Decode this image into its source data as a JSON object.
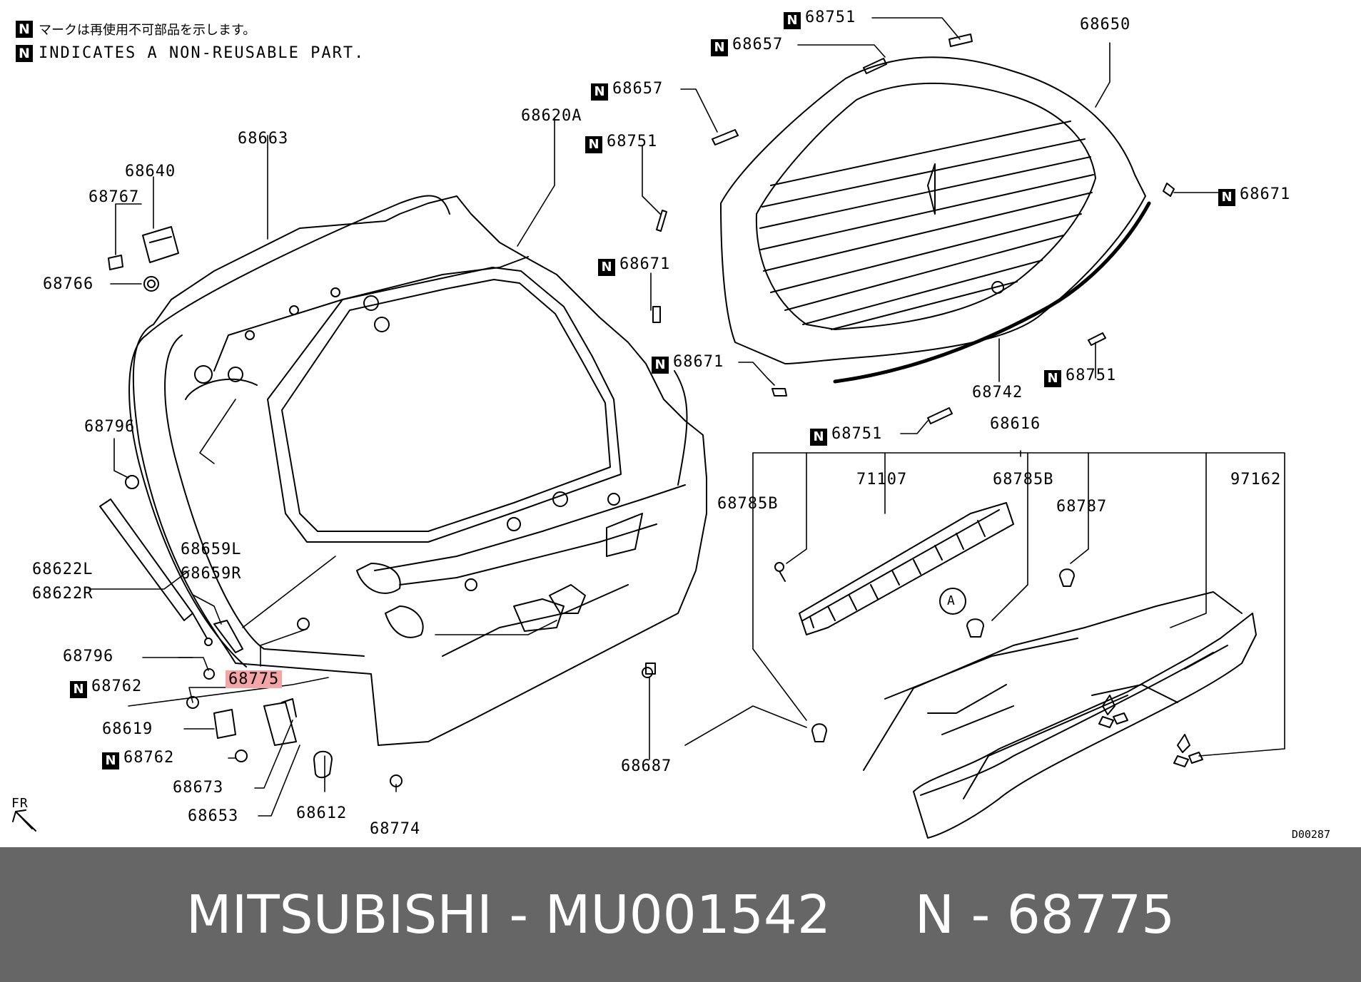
{
  "legend": {
    "line1": "マークは再使用不可部品を示します。",
    "line2": "INDICATES A NON-REUSABLE PART.",
    "marker": "N"
  },
  "labels": {
    "p68751_top": "68751",
    "p68657_top": "68657",
    "p68650": "68650",
    "p68657_mid": "68657",
    "p68751_mid": "68751",
    "p68671_right": "68671",
    "p68620a": "68620A",
    "p68663": "68663",
    "p68640": "68640",
    "p68767": "68767",
    "p68766": "68766",
    "p68671_a": "68671",
    "p68671_b": "68671",
    "p68751_r": "68751",
    "p68742": "68742",
    "p68751_low": "68751",
    "p68616": "68616",
    "p68796_top": "68796",
    "p68785b_l": "68785B",
    "p71107": "71107",
    "p68785b_r": "68785B",
    "p68787": "68787",
    "p97162": "97162",
    "p68659l": "68659L",
    "p68659r": "68659R",
    "p68622l": "68622L",
    "p68622r": "68622R",
    "p68796_bot": "68796",
    "p68775": "68775",
    "p68762_a": "68762",
    "p68619": "68619",
    "p68762_b": "68762",
    "p68673": "68673",
    "p68653": "68653",
    "p68612": "68612",
    "p68774": "68774",
    "p68687": "68687",
    "fr": "FR",
    "callout_a": "A"
  },
  "drawing_code": "D00287",
  "footer": {
    "caption": "MITSUBISHI - MU001542     N - 68775"
  },
  "colors": {
    "highlight": "#f4a6a6",
    "footer_bg": "#666666",
    "footer_text": "#ffffff"
  }
}
